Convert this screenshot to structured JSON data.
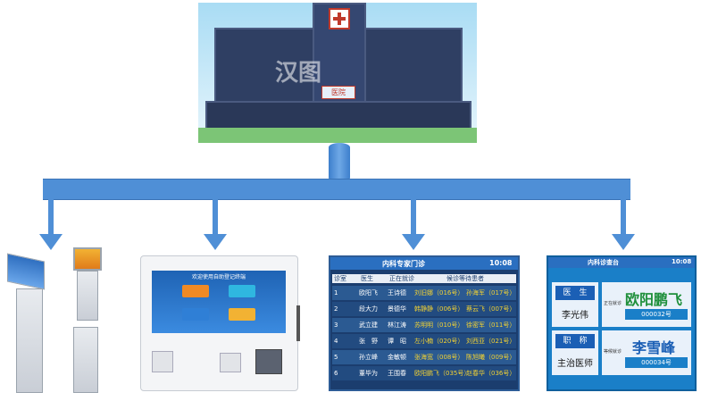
{
  "hospital": {
    "sign": "医院",
    "watermark": "汉图"
  },
  "queue_board": {
    "title": "内科专家门诊",
    "time": "10:08",
    "headers": [
      "诊室",
      "医生",
      "正在就诊",
      "候诊等待患者"
    ],
    "rows": [
      {
        "num": "1",
        "doctor": "欧阳飞",
        "current": "王诗德",
        "waiting1": "刘旧娜（016号）",
        "waiting2": "孙海军（017号）"
      },
      {
        "num": "2",
        "doctor": "段大力",
        "current": "景德华",
        "waiting1": "韩静静（006号）",
        "waiting2": "蔡云飞（007号）"
      },
      {
        "num": "3",
        "doctor": "武立建",
        "current": "林江涛",
        "waiting1": "苏明明（010号）",
        "waiting2": "徐密军（011号）"
      },
      {
        "num": "4",
        "doctor": "张　野",
        "current": "谭　昭",
        "waiting1": "左小楠（020号）",
        "waiting2": "刘西亚（021号）"
      },
      {
        "num": "5",
        "doctor": "孙立峰",
        "current": "金敏顿",
        "waiting1": "张海宽（008号）",
        "waiting2": "陈旭曦（009号）"
      },
      {
        "num": "6",
        "doctor": "董毕为",
        "current": "王围春",
        "waiting1": "欧阳鹏飞（035号）",
        "waiting2": "赵春华（036号）"
      }
    ]
  },
  "doctor_screen": {
    "title": "内科诊查台",
    "time": "10:08",
    "doctor_label": "医　生",
    "doctor_name": "李光伟",
    "title_label": "职　称",
    "title_value": "主治医师",
    "current_label": "正在就诊",
    "current_patient": "欧阳鹏飞",
    "current_no": "000032号",
    "waiting_label": "等候就诊",
    "waiting_patient": "李雪峰",
    "waiting_no": "000034号"
  },
  "kiosk": {
    "screen_title": "欢迎使用自助登记终端"
  },
  "colors": {
    "flow": "#4f8fd6",
    "board_bg": "#1b3d6e",
    "waiting_text": "#f2d233",
    "patient_green": "#1e8f3a"
  }
}
